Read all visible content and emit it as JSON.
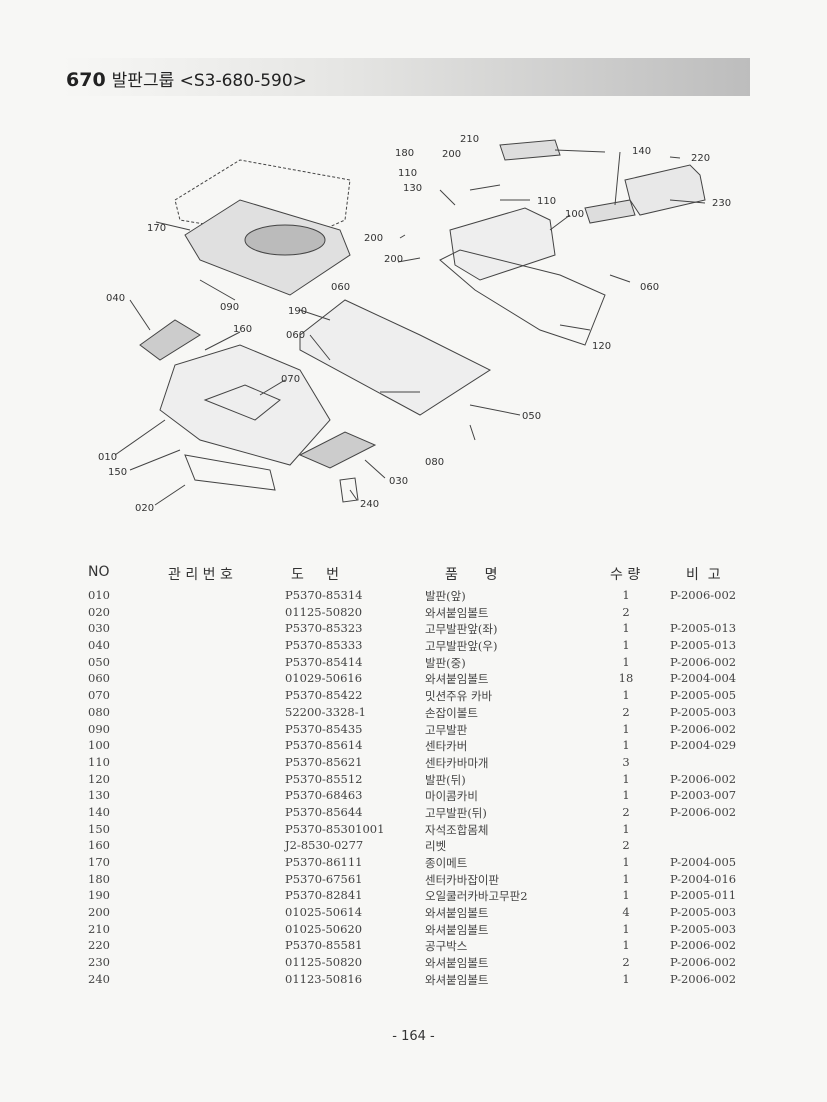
{
  "header": {
    "number": "670",
    "title": "발판그룹 <S3-680-590>"
  },
  "diagram": {
    "callouts": [
      "210",
      "180",
      "200",
      "110",
      "130",
      "110",
      "100",
      "140",
      "220",
      "230",
      "170",
      "200",
      "200",
      "060",
      "060",
      "040",
      "090",
      "190",
      "160",
      "060",
      "070",
      "120",
      "050",
      "010",
      "150",
      "080",
      "030",
      "240",
      "020"
    ]
  },
  "table": {
    "headers": {
      "no": "NO",
      "mgmt": "관 리 번 호",
      "drawing": "도     번",
      "name": "품      명",
      "qty": "수 량",
      "remark": "비  고"
    },
    "rows": [
      {
        "no": "010",
        "pn": "P5370-85314",
        "name": "발판(앞)",
        "qty": "1",
        "remark": "P-2006-002"
      },
      {
        "no": "020",
        "pn": "01125-50820",
        "name": "와셔붙임볼트",
        "qty": "2",
        "remark": ""
      },
      {
        "no": "030",
        "pn": "P5370-85323",
        "name": "고무발판앞(좌)",
        "qty": "1",
        "remark": "P-2005-013"
      },
      {
        "no": "040",
        "pn": "P5370-85333",
        "name": "고무발판앞(우)",
        "qty": "1",
        "remark": "P-2005-013"
      },
      {
        "no": "050",
        "pn": "P5370-85414",
        "name": "발판(중)",
        "qty": "1",
        "remark": "P-2006-002"
      },
      {
        "no": "060",
        "pn": "01029-50616",
        "name": "와셔붙임볼트",
        "qty": "18",
        "remark": "P-2004-004"
      },
      {
        "no": "070",
        "pn": "P5370-85422",
        "name": "밋션주유 카바",
        "qty": "1",
        "remark": "P-2005-005"
      },
      {
        "no": "080",
        "pn": "52200-3328-1",
        "name": "손잡이볼트",
        "qty": "2",
        "remark": "P-2005-003"
      },
      {
        "no": "090",
        "pn": "P5370-85435",
        "name": "고무발판",
        "qty": "1",
        "remark": "P-2006-002"
      },
      {
        "no": "100",
        "pn": "P5370-85614",
        "name": "센타카버",
        "qty": "1",
        "remark": "P-2004-029"
      },
      {
        "no": "110",
        "pn": "P5370-85621",
        "name": "센타카바마개",
        "qty": "3",
        "remark": ""
      },
      {
        "no": "120",
        "pn": "P5370-85512",
        "name": "발판(뒤)",
        "qty": "1",
        "remark": "P-2006-002"
      },
      {
        "no": "130",
        "pn": "P5370-68463",
        "name": "마이콤카비",
        "qty": "1",
        "remark": "P-2003-007"
      },
      {
        "no": "140",
        "pn": "P5370-85644",
        "name": "고무발판(뒤)",
        "qty": "2",
        "remark": "P-2006-002"
      },
      {
        "no": "150",
        "pn": "P5370-85301001",
        "name": "자석조합몸체",
        "qty": "1",
        "remark": ""
      },
      {
        "no": "160",
        "pn": "J2-8530-0277",
        "name": "리벳",
        "qty": "2",
        "remark": ""
      },
      {
        "no": "170",
        "pn": "P5370-86111",
        "name": "종이메트",
        "qty": "1",
        "remark": "P-2004-005"
      },
      {
        "no": "180",
        "pn": "P5370-67561",
        "name": "센터카바잡이판",
        "qty": "1",
        "remark": "P-2004-016"
      },
      {
        "no": "190",
        "pn": "P5370-82841",
        "name": "오일쿨러카바고무판2",
        "qty": "1",
        "remark": "P-2005-011"
      },
      {
        "no": "200",
        "pn": "01025-50614",
        "name": "와셔붙임볼트",
        "qty": "4",
        "remark": "P-2005-003"
      },
      {
        "no": "210",
        "pn": "01025-50620",
        "name": "와셔붙임볼트",
        "qty": "1",
        "remark": "P-2005-003"
      },
      {
        "no": "220",
        "pn": "P5370-85581",
        "name": "공구박스",
        "qty": "1",
        "remark": "P-2006-002"
      },
      {
        "no": "230",
        "pn": "01125-50820",
        "name": "와셔붙임볼트",
        "qty": "2",
        "remark": "P-2006-002"
      },
      {
        "no": "240",
        "pn": "01123-50816",
        "name": "와셔붙임볼트",
        "qty": "1",
        "remark": "P-2006-002"
      }
    ]
  },
  "footer": {
    "page": "- 164 -"
  }
}
